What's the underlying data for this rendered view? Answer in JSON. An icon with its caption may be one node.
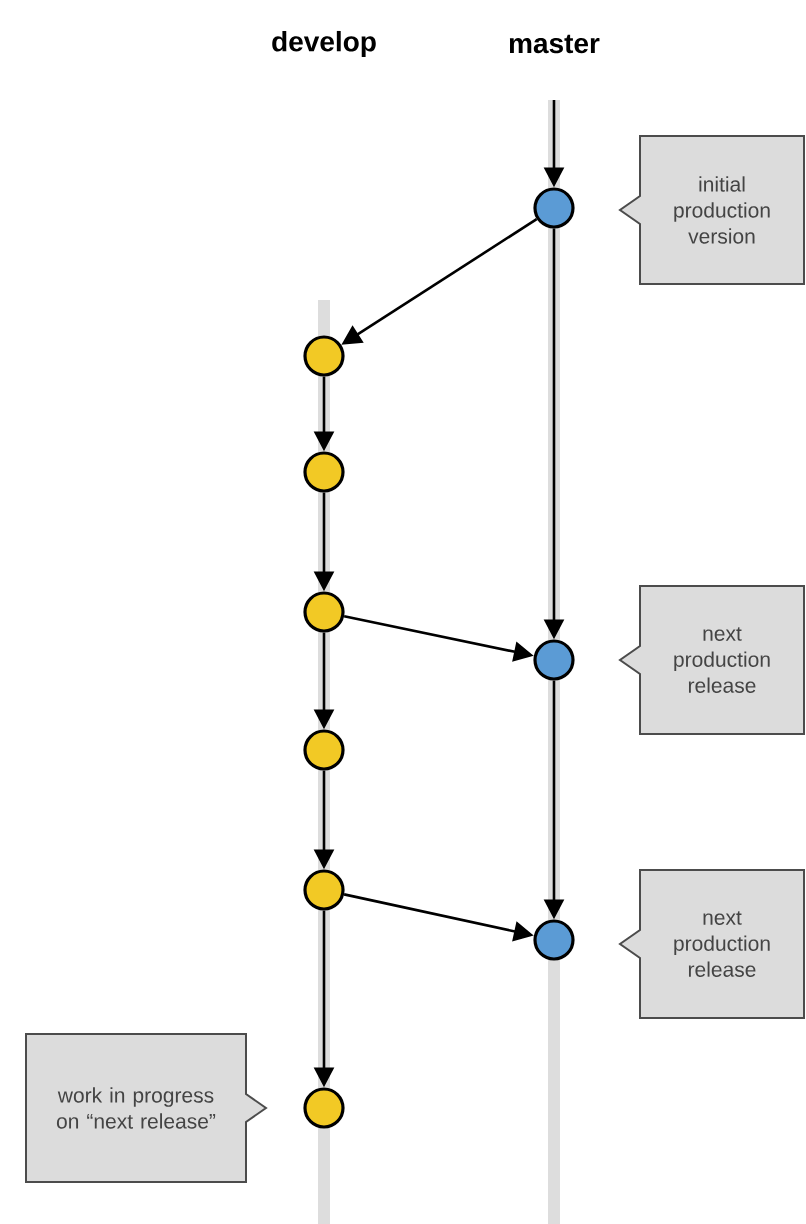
{
  "diagram": {
    "nodes": [
      {
        "text": [
          "initial production version"
        ]
      },
      {
        "text": [],
        "shape": "circle"
      },
      {
        "text": [],
        "shape": "circle"
      },
      {
        "text": [],
        "shape": "circle"
      },
      {
        "text": [
          "next production release"
        ]
      },
      {
        "text": [],
        "shape": "circle"
      },
      {
        "text": [],
        "shape": "circle"
      },
      {
        "text": [],
        "shape": "circle"
      },
      {
        "text": [
          "next production release"
        ]
      },
      {
        "text": [],
        "shape": "circle"
      },
      {
        "text": [],
        "shape": "circle"
      },
      {
        "text": [
          "work in progress on “next release”"
        ]
      },
      {
        "text": [],
        "shape": "circle"
      }
    ],
    "edges": [
      {
        "from": null,
        "to": 1,
        "arrow": "to"
      },
      {
        "from": 1,
        "to": 2,
        "arrow": "to"
      },
      {
        "from": 2,
        "to": 3,
        "arrow": "to"
      },
      {
        "from": 3,
        "to": 5,
        "arrow": "to"
      },
      {
        "from": 5,
        "to": 7,
        "arrow": "to"
      },
      {
        "from": 7,
        "to": 9,
        "arrow": "to"
      },
      {
        "from": 9,
        "to": 12,
        "arrow": "to"
      },
      {
        "from": 5,
        "to": 6,
        "arrow": "to"
      },
      {
        "from": 1,
        "to": 6,
        "arrow": "to"
      },
      {
        "from": 9,
        "to": 10,
        "arrow": "to"
      },
      {
        "from": 6,
        "to": 10,
        "arrow": "to"
      }
    ],
    "labels": [
      "develop",
      "master"
    ]
  }
}
